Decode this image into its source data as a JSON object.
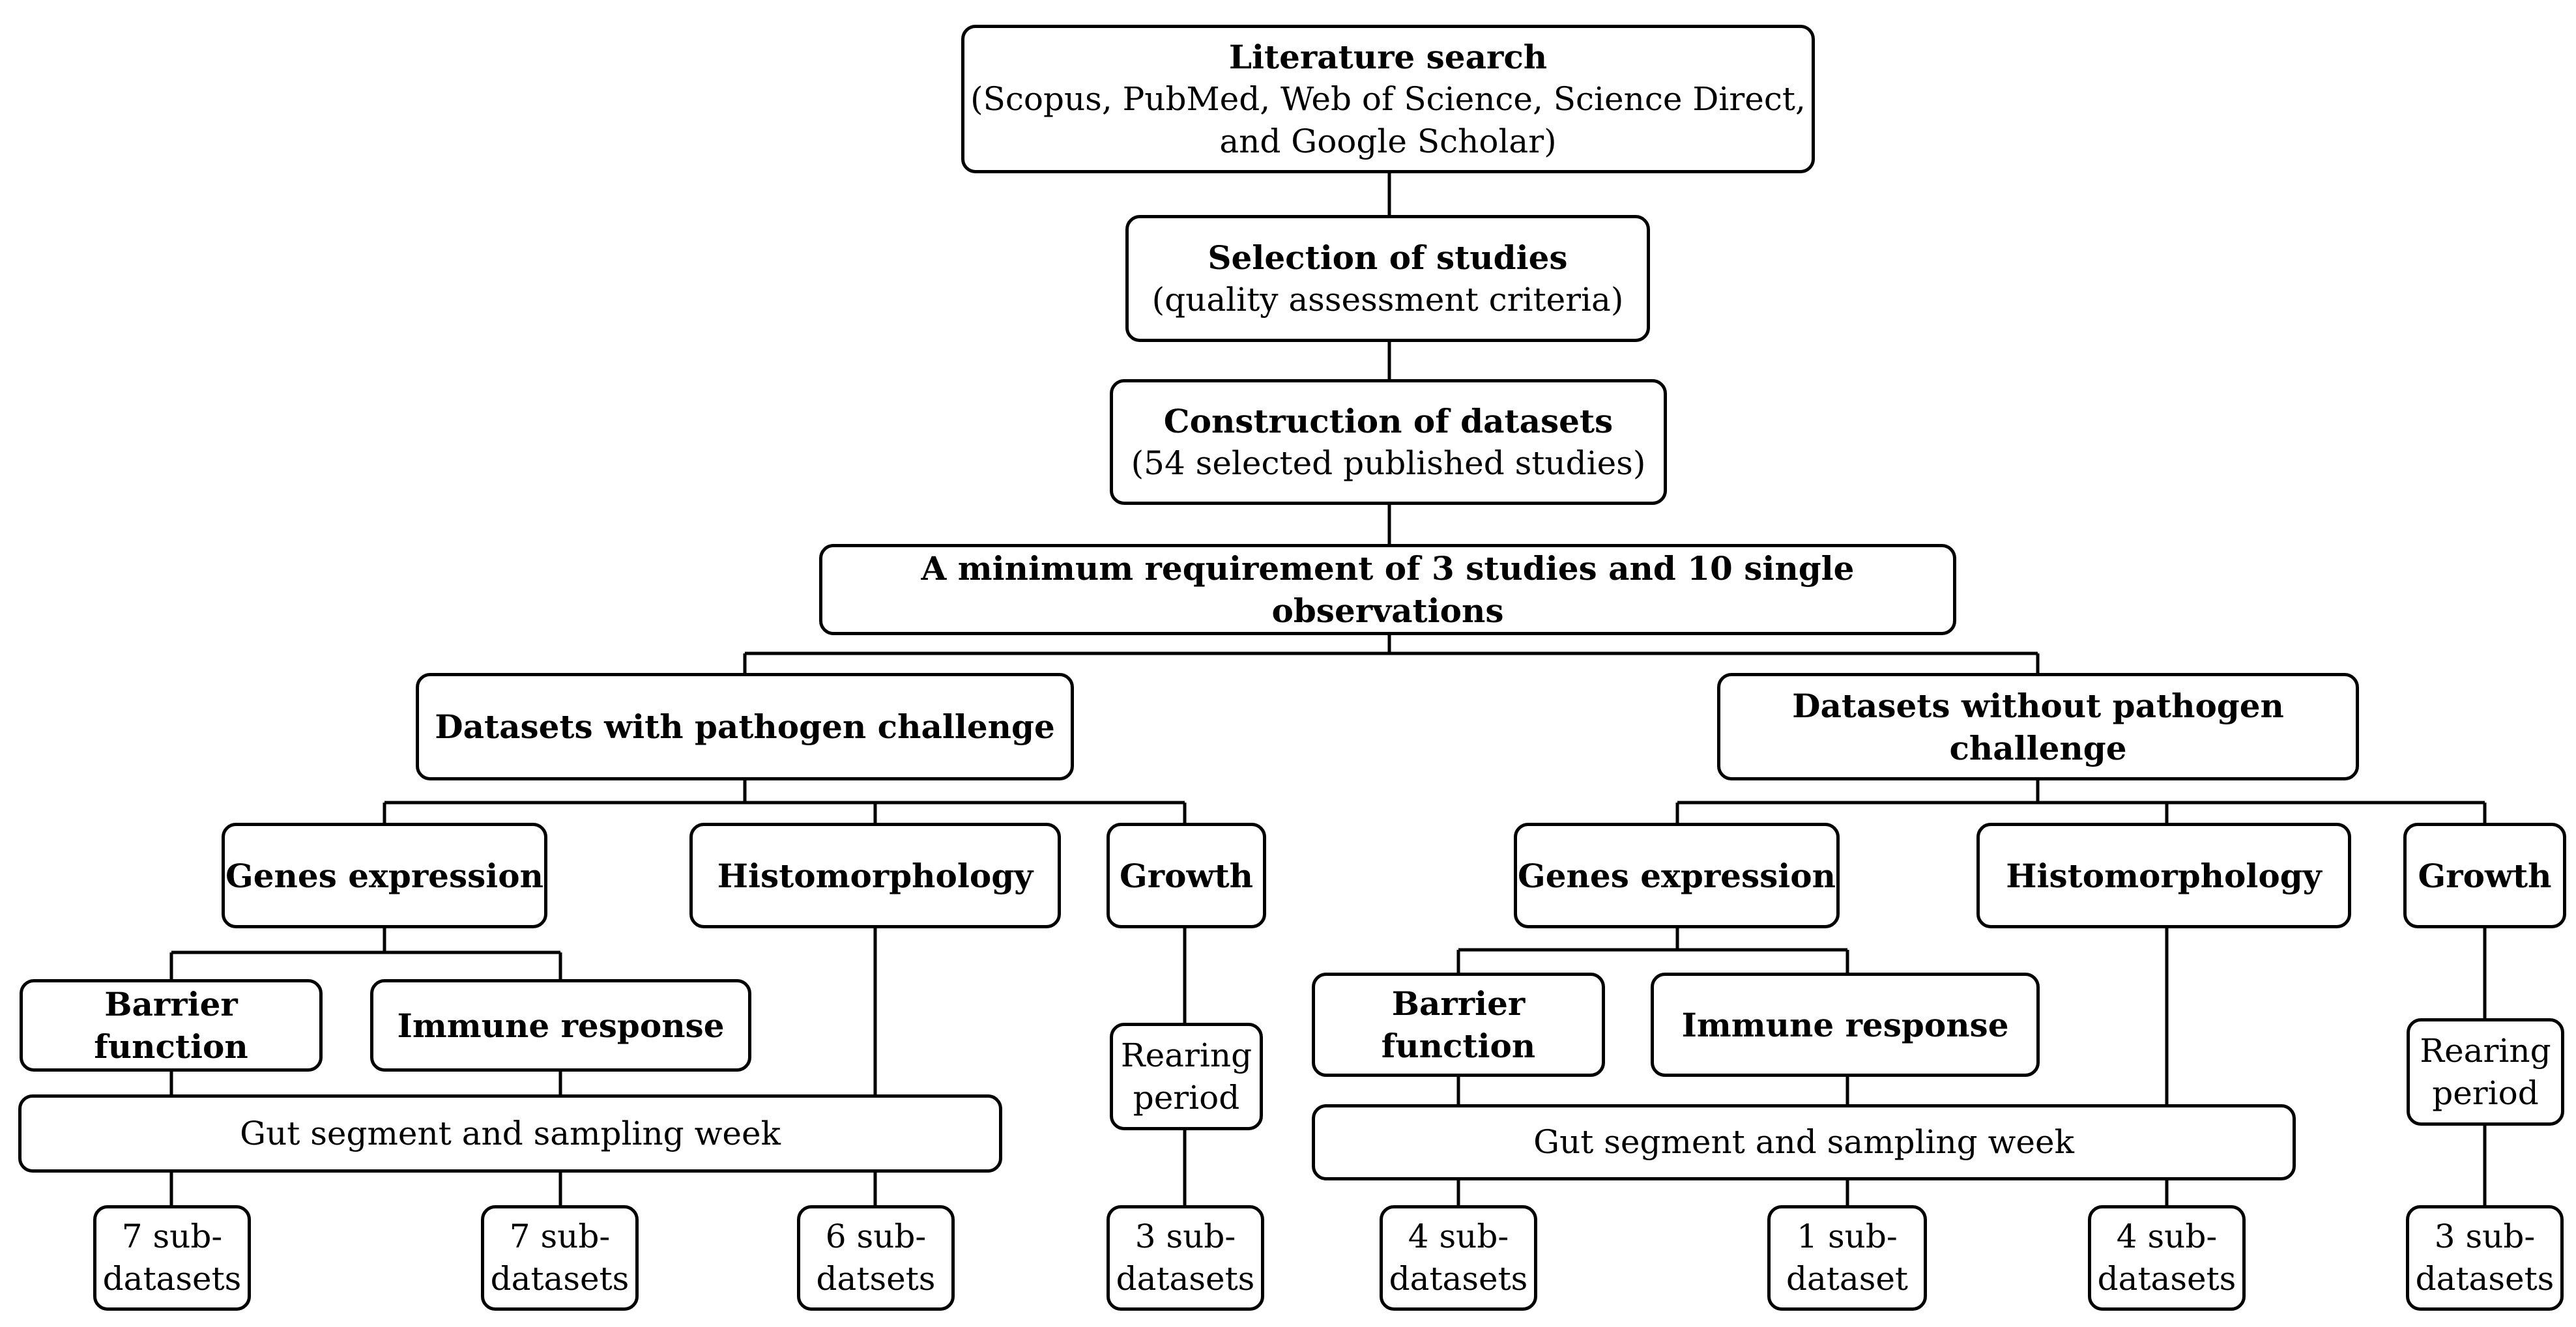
{
  "nodes": {
    "literature_search": {
      "title": "Literature search",
      "subtitle_1": "(Scopus, PubMed, Web of Science, Science Direct,",
      "subtitle_2": "and Google Scholar)"
    },
    "selection": {
      "title": "Selection of studies",
      "subtitle": "(quality assessment criteria)"
    },
    "construction": {
      "title": "Construction of datasets",
      "subtitle": "(54 selected published studies)"
    },
    "minimum": {
      "title": "A minimum requirement of 3 studies and 10 single observations"
    },
    "with_challenge": {
      "title": "Datasets with pathogen challenge",
      "genes": "Genes expression",
      "histo": "Histomorphology",
      "growth": "Growth",
      "barrier": "Barrier function",
      "immune": "Immune response",
      "gut": "Gut segment and sampling week",
      "rearing_1": "Rearing",
      "rearing_2": "period",
      "out_barrier_1": "7 sub-",
      "out_barrier_2": "datasets",
      "out_immune_1": "7 sub-",
      "out_immune_2": "datasets",
      "out_histo_1": "6 sub-",
      "out_histo_2": "datsets",
      "out_growth_1": "3 sub-",
      "out_growth_2": "datasets"
    },
    "without_challenge": {
      "title": "Datasets without pathogen challenge",
      "genes": "Genes expression",
      "histo": "Histomorphology",
      "growth": "Growth",
      "barrier": "Barrier function",
      "immune": "Immune response",
      "gut": "Gut segment and sampling week",
      "rearing_1": "Rearing",
      "rearing_2": "period",
      "out_barrier_1": "4 sub-",
      "out_barrier_2": "datasets",
      "out_immune_1": "1 sub-",
      "out_immune_2": "dataset",
      "out_histo_1": "4 sub-",
      "out_histo_2": "datasets",
      "out_growth_1": "3 sub-",
      "out_growth_2": "datasets"
    }
  }
}
